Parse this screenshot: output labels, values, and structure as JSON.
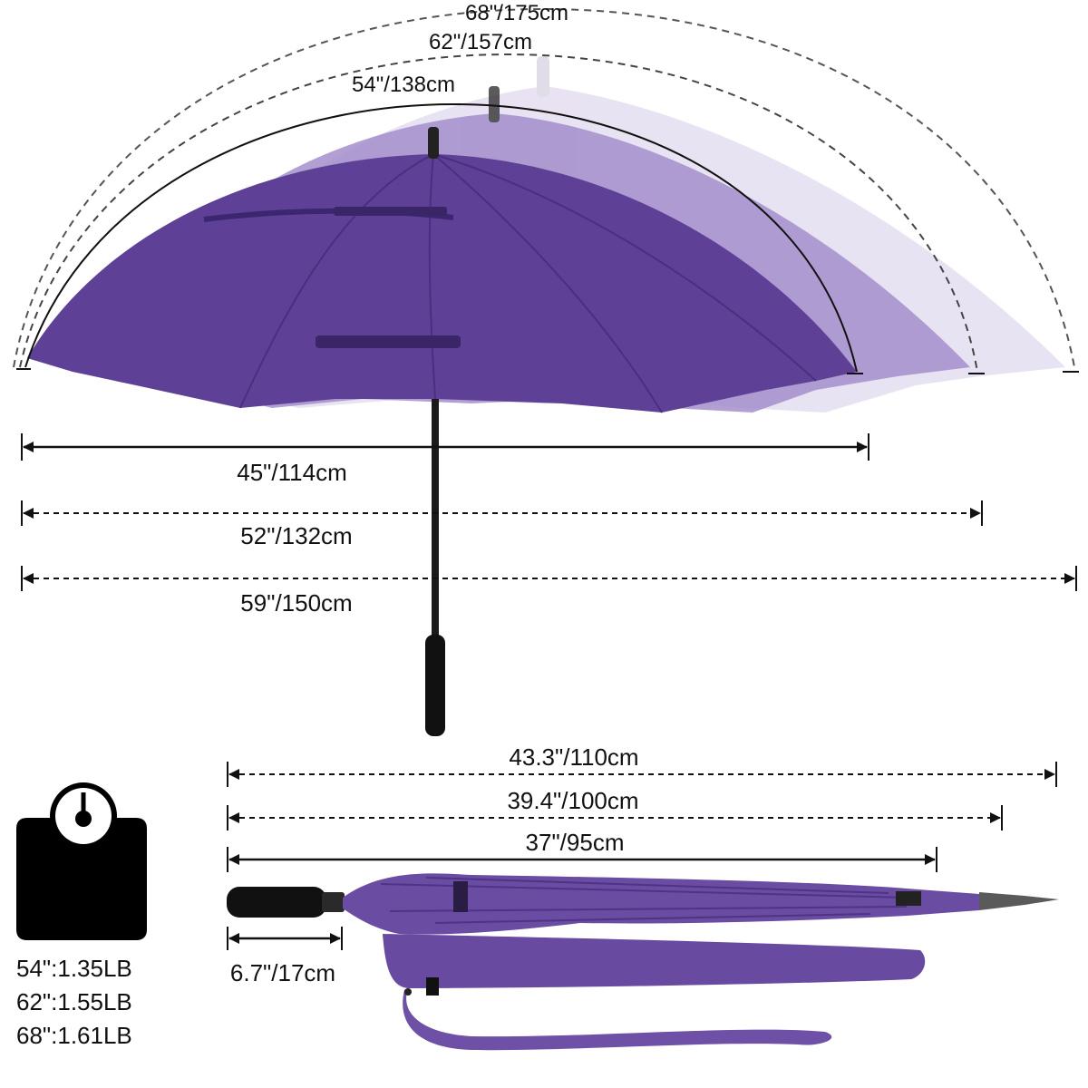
{
  "canopy_arcs": [
    {
      "label": "68\"/175cm",
      "style": "dashed"
    },
    {
      "label": "62\"/157cm",
      "style": "dashed"
    },
    {
      "label": "54\"/138cm",
      "style": "solid"
    }
  ],
  "open_widths": [
    {
      "label": "45\"/114cm",
      "style": "solid"
    },
    {
      "label": "52\"/132cm",
      "style": "dashed"
    },
    {
      "label": "59\"/150cm",
      "style": "dashed"
    }
  ],
  "closed_lengths": [
    {
      "label": "43.3\"/110cm",
      "style": "dashed"
    },
    {
      "label": "39.4\"/100cm",
      "style": "dashed"
    },
    {
      "label": "37\"/95cm",
      "style": "solid"
    }
  ],
  "handle_length": {
    "label": "6.7\"/17cm"
  },
  "weights": [
    {
      "label": "54\":1.35LB"
    },
    {
      "label": "62\":1.55LB"
    },
    {
      "label": "68\":1.61LB"
    }
  ],
  "colors": {
    "canopy_dark": "#5b3f94",
    "canopy_mid": "#8a72b8",
    "canopy_light": "#cfc3e3",
    "line": "#111111",
    "dash": "#555555"
  },
  "icons": [
    "weight-scale-icon"
  ]
}
